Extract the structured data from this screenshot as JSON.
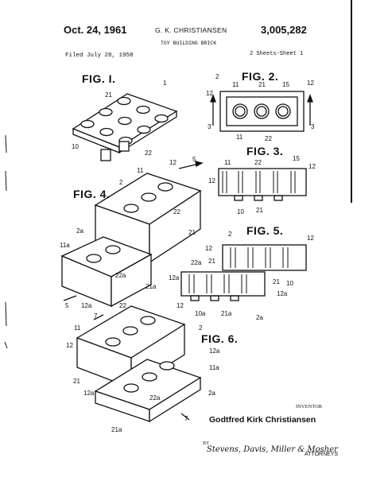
{
  "header": {
    "date": "Oct. 24, 1961",
    "inventor_short": "G. K. CHRISTIANSEN",
    "patent_number": "3,005,282",
    "title": "TOY BUILDING BRICK",
    "filed": "Filed July 28, 1958",
    "sheets": "2 Sheets-Sheet 1"
  },
  "figures": {
    "fig1": "FIG. I.",
    "fig2": "FIG. 2.",
    "fig3": "FIG. 3.",
    "fig4": "FIG. 4.",
    "fig5": "FIG. 5.",
    "fig6": "FIG. 6."
  },
  "labels": {
    "n1": "1",
    "n21a": "21",
    "n10a": "10",
    "n22a": "22",
    "n2_f2": "2",
    "n11_f2": "11",
    "n21_f2": "21",
    "n15_f2": "15",
    "n12_f2": "12",
    "n12b_f2": "12",
    "n3l": "3",
    "n3r": "3",
    "n11b_f2": "11",
    "n22_f2": "22",
    "n11_f3": "11",
    "n22_f3": "22",
    "n15_f3": "15",
    "n12_f3": "12",
    "n12b_f3": "12",
    "n10_f3": "10",
    "n21_f3": "21",
    "n11_f4": "11",
    "n12_f4": "12",
    "n5_f4": "5",
    "n2_f4": "2",
    "n22_f4": "22",
    "n21_f4": "21",
    "n2a_f4": "2a",
    "n11a_f4": "11a",
    "n22a_f4": "22a",
    "n21a_f4": "21a",
    "n12a_f4": "12a",
    "n5b_f4": "5",
    "n2_f5": "2",
    "n12_f5": "12",
    "n12b_f5": "12",
    "n21_f5": "21",
    "n22a_f5": "22a",
    "n12a_f5": "12a",
    "n21b_f5": "21",
    "n10_f5": "10",
    "n12ab_f5": "12a",
    "n12c_f5": "12",
    "n10a_f5": "10a",
    "n21a_f5": "21a",
    "n2a_f5": "2a",
    "n7_f6": "7",
    "n22_f6": "22",
    "n11_f6": "11",
    "n2_f6": "2",
    "n12_f6": "12",
    "n12a_f6": "12a",
    "n11a_f6": "11a",
    "n21_f6": "21",
    "n22a_f6": "22a",
    "n12a2_f6": "12a",
    "n2a_f6": "2a",
    "n21a_f6": "21a",
    "n7b_f6": "7"
  },
  "footer": {
    "inventor_label": "INVENTOR",
    "inventor_name": "Godtfred Kirk Christiansen",
    "by": "BY",
    "attorneys_signature": "Stevens, Davis, Miller & Mosher",
    "attorneys_label": "ATTORNEYS"
  }
}
